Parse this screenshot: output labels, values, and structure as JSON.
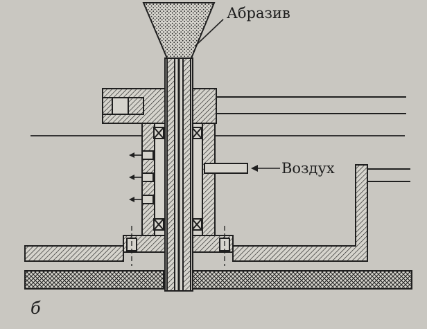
{
  "labels": {
    "abrasive": "Абразив",
    "air": "Воздух",
    "panel": "б"
  }
}
